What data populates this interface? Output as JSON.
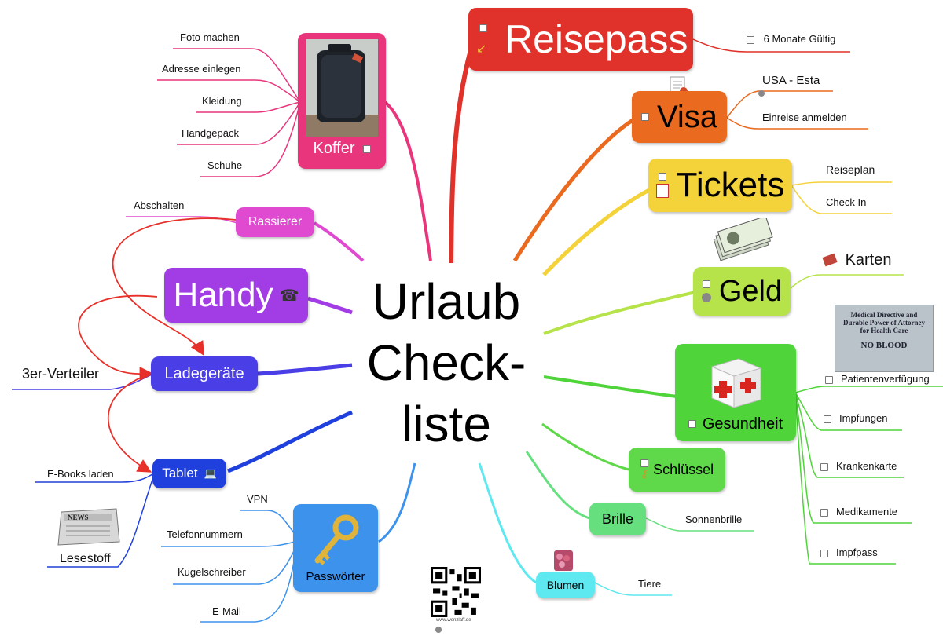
{
  "center": {
    "line1": "Urlaub",
    "line2": "Check-",
    "line3": "liste"
  },
  "branches": {
    "reisepass": {
      "label": "Reisepass",
      "color": "#e0312a",
      "leaves": [
        "6 Monate Gültig"
      ]
    },
    "visa": {
      "label": "Visa",
      "color": "#ea6a1f",
      "leaves": [
        "USA - Esta",
        "Einreise anmelden"
      ]
    },
    "tickets": {
      "label": "Tickets",
      "color": "#f4d23a",
      "leaves": [
        "Reiseplan",
        "Check In"
      ]
    },
    "geld": {
      "label": "Geld",
      "color": "#b6e34a",
      "leaves": [
        "Karten"
      ]
    },
    "gesundheit": {
      "label": "Gesundheit",
      "color": "#4fd43a",
      "leaves": [
        "Patientenverfügung",
        "Impfungen",
        "Krankenkarte",
        "Medikamente",
        "Impfpass"
      ]
    },
    "schluessel": {
      "label": "Schlüssel",
      "color": "#5fd84a"
    },
    "brille": {
      "label": "Brille",
      "color": "#66e07e",
      "leaves": [
        "Sonnenbrille"
      ]
    },
    "blumen": {
      "label": "Blumen",
      "color": "#5ee8ef",
      "leaves": [
        "Tiere"
      ]
    },
    "passwoerter": {
      "label": "Passwörter",
      "color": "#3d92ec",
      "leaves": [
        "VPN",
        "Telefonnummern",
        "Kugelschreiber",
        "E-Mail"
      ]
    },
    "tablet": {
      "label": "Tablet",
      "color": "#1f40dc",
      "leaves": [
        "E-Books laden",
        "Lesestoff"
      ]
    },
    "ladegeraete": {
      "label": "Ladegeräte",
      "color": "#4a3ee6",
      "leaves": [
        "3er-Verteiler"
      ]
    },
    "handy": {
      "label": "Handy",
      "color": "#a23de6"
    },
    "rassierer": {
      "label": "Rassierer",
      "color": "#e04ad0",
      "leaves": [
        "Abschalten"
      ]
    },
    "koffer": {
      "label": "Koffer",
      "color": "#e8357c",
      "leaves": [
        "Foto machen",
        "Adresse einlegen",
        "Kleidung",
        "Handgepäck",
        "Schuhe"
      ]
    }
  },
  "images": {
    "medical_doc": {
      "line1": "Medical Directive and",
      "line2": "Durable Power of Attorney",
      "line3": "for Health Care",
      "stamp": "NO BLOOD"
    },
    "news": "NEWS",
    "qr_caption": "www.wenzlaff.de"
  },
  "icons": [
    "checkbox-icon",
    "luggage-photo",
    "document-icon",
    "ticket-icon",
    "money-icon",
    "cards-icon",
    "coin-icon",
    "first-aid-icon",
    "key-icon",
    "flower-icon",
    "phone-icon",
    "laptop-icon",
    "newspaper-icon",
    "qr-code",
    "globe-icon",
    "arrow-icon"
  ]
}
